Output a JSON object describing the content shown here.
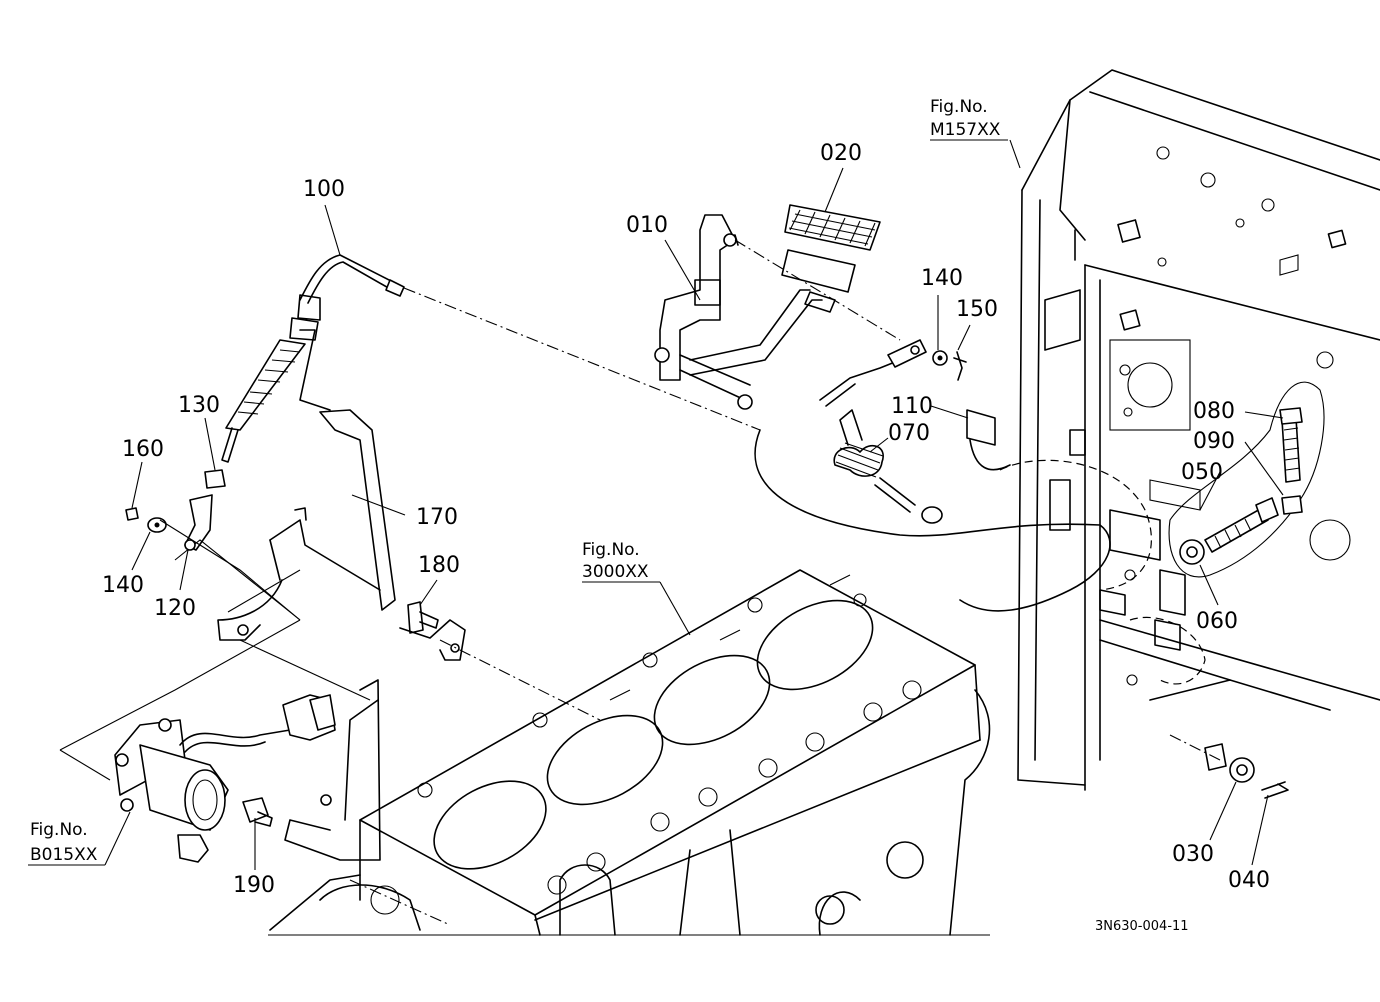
{
  "diagram": {
    "part_labels": {
      "p010": "010",
      "p020": "020",
      "p030": "030",
      "p040": "040",
      "p050": "050",
      "p060": "060",
      "p070": "070",
      "p080": "080",
      "p090": "090",
      "p100": "100",
      "p110": "110",
      "p120": "120",
      "p130": "130",
      "p140a": "140",
      "p140b": "140",
      "p150": "150",
      "p160": "160",
      "p170": "170",
      "p180": "180",
      "p190": "190"
    },
    "figure_refs": {
      "m157": {
        "prefix": "Fig.No.",
        "number": "M157XX"
      },
      "f3000": {
        "prefix": "Fig.No.",
        "number": "3000XX"
      },
      "b015": {
        "prefix": "Fig.No.",
        "number": "B015XX"
      }
    },
    "drawing_code": "3N630-004-11"
  }
}
